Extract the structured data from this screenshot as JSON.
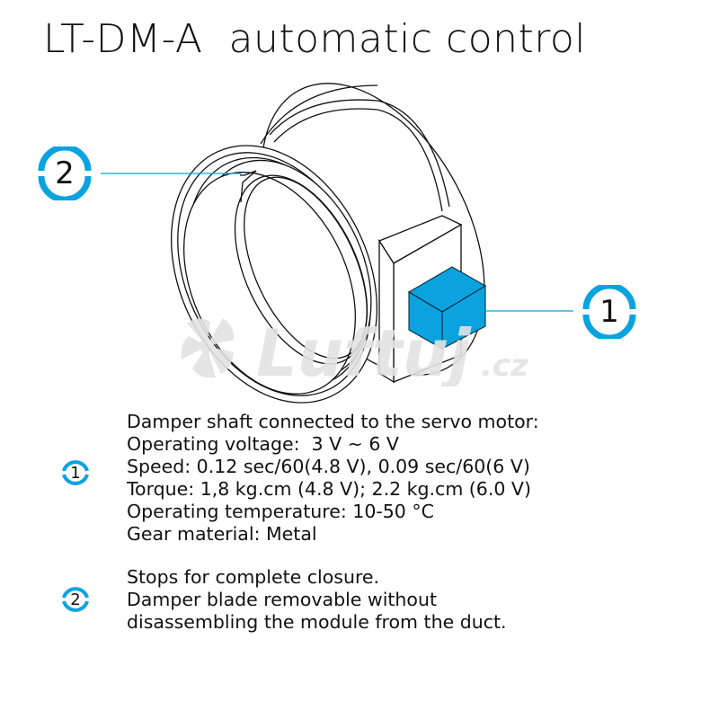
{
  "title": "LT-DM-A  automatic control",
  "watermark": {
    "brand": "Luftuj",
    "tld": ".cz"
  },
  "accent_color": "#0aa3e0",
  "callouts": [
    {
      "number": "1",
      "target": "servo motor"
    },
    {
      "number": "2",
      "target": "stop"
    }
  ],
  "descriptions": [
    {
      "number": "1",
      "lines": [
        "Damper shaft connected to the servo motor:",
        "Operating voltage:  3 V ~ 6 V",
        "Speed: 0.12 sec/60(4.8 V), 0.09 sec/60(6 V)",
        "Torque: 1,8 kg.cm (4.8 V); 2.2 kg.cm (6.0 V)",
        "Operating temperature: 10-50 °C",
        "Gear material: Metal"
      ]
    },
    {
      "number": "2",
      "lines": [
        "Stops for complete closure.",
        "Damper blade removable without",
        "disassembling the module from the duct."
      ]
    }
  ]
}
